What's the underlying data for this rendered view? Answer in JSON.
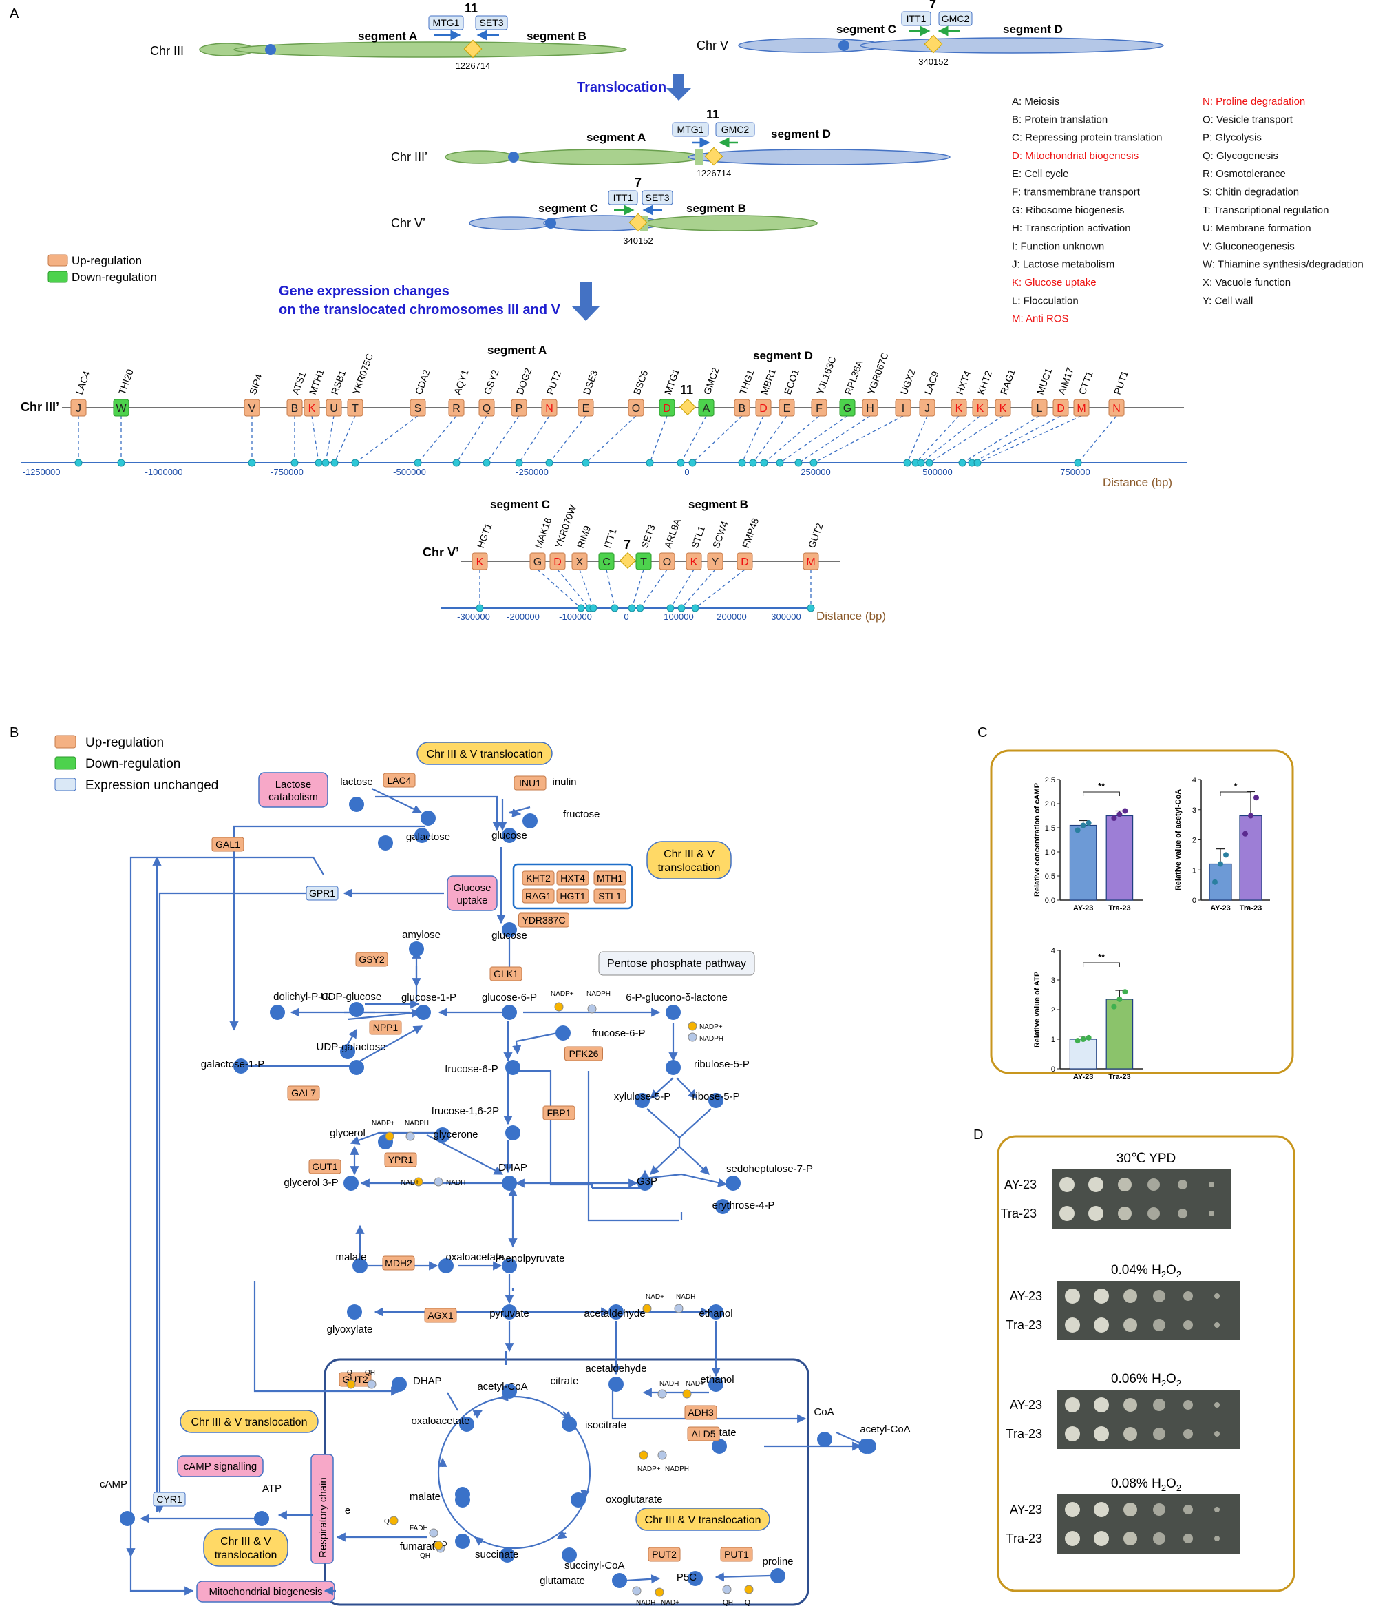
{
  "panels": {
    "a": "A",
    "b": "B",
    "c": "C",
    "d": "D"
  },
  "panelA": {
    "chr3": "Chr III",
    "chr5": "Chr V",
    "chr3p": "Chr III’",
    "chr5p": "Chr V’",
    "segA": "segment A",
    "segB": "segment B",
    "segC": "segment C",
    "segD": "segment D",
    "num11": "11",
    "num7": "7",
    "pos3": "1226714",
    "pos5": "340152",
    "mtg1": "MTG1",
    "set3": "SET3",
    "itt1": "ITT1",
    "gmc2": "GMC2",
    "translocation": "Translocation",
    "expr1": "Gene expression changes",
    "expr2": "on the translocated chromosomes III and V",
    "legend": {
      "up": "Up-regulation",
      "down": "Down-regulation",
      "up_color": "#f4b183",
      "down_color": "#4dd24d"
    },
    "distance": "Distance (bp)",
    "axis3_ticks": [
      "-1250000",
      "-1000000",
      "-750000",
      "-500000",
      "-250000",
      "0",
      "250000",
      "500000",
      "750000"
    ],
    "axis5_ticks": [
      "-300000",
      "-200000",
      "-100000",
      "0",
      "100000",
      "200000",
      "300000"
    ],
    "categories_left": [
      {
        "t": "A: Meiosis",
        "red": false
      },
      {
        "t": "B: Protein translation",
        "red": false
      },
      {
        "t": "C: Repressing protein translation",
        "red": false
      },
      {
        "t": "D: Mitochondrial biogenesis",
        "red": true
      },
      {
        "t": "E: Cell cycle",
        "red": false
      },
      {
        "t": "F: transmembrane transport",
        "red": false
      },
      {
        "t": "G: Ribosome biogenesis",
        "red": false
      },
      {
        "t": "H: Transcription activation",
        "red": false
      },
      {
        "t": "I: Function unknown",
        "red": false
      },
      {
        "t": "J: Lactose metabolism",
        "red": false
      },
      {
        "t": "K: Glucose uptake",
        "red": true
      },
      {
        "t": "L: Flocculation",
        "red": false
      },
      {
        "t": "M: Anti ROS",
        "red": true
      }
    ],
    "categories_right": [
      {
        "t": "N: Proline degradation",
        "red": true
      },
      {
        "t": "O: Vesicle transport",
        "red": false
      },
      {
        "t": "P: Glycolysis",
        "red": false
      },
      {
        "t": "Q: Glycogenesis",
        "red": false
      },
      {
        "t": "R: Osmotolerance",
        "red": false
      },
      {
        "t": "S: Chitin degradation",
        "red": false
      },
      {
        "t": "T: Transcriptional regulation",
        "red": false
      },
      {
        "t": "U: Membrane formation",
        "red": false
      },
      {
        "t": "V: Gluconeogenesis",
        "red": false
      },
      {
        "t": "W: Thiamine synthesis/degradation",
        "red": false
      },
      {
        "t": "X: Vacuole function",
        "red": false
      },
      {
        "t": "Y: Cell wall",
        "red": false
      }
    ],
    "genes3": [
      {
        "g": "LAC4",
        "c": "J",
        "up": true,
        "red": false
      },
      {
        "g": "THI20",
        "c": "W",
        "up": false,
        "red": false
      },
      {
        "g": "SIP4",
        "c": "V",
        "up": true,
        "red": false
      },
      {
        "g": "ATS1",
        "c": "B",
        "up": true,
        "red": false
      },
      {
        "g": "MTH1",
        "c": "K",
        "up": true,
        "red": true
      },
      {
        "g": "RSB1",
        "c": "U",
        "up": true,
        "red": false
      },
      {
        "g": "YKR075C",
        "c": "T",
        "up": true,
        "red": false
      },
      {
        "g": "CDA2",
        "c": "S",
        "up": true,
        "red": false
      },
      {
        "g": "AQY1",
        "c": "R",
        "up": true,
        "red": false
      },
      {
        "g": "GSY2",
        "c": "Q",
        "up": true,
        "red": false
      },
      {
        "g": "DOG2",
        "c": "P",
        "up": true,
        "red": false
      },
      {
        "g": "PUT2",
        "c": "N",
        "up": true,
        "red": true
      },
      {
        "g": "DSE3",
        "c": "E",
        "up": true,
        "red": false
      },
      {
        "g": "BSC6",
        "c": "O",
        "up": true,
        "red": false
      },
      {
        "g": "MTG1",
        "c": "D",
        "up": false,
        "red": true
      },
      {
        "g": "GMC2",
        "c": "A",
        "up": false,
        "red": false
      },
      {
        "g": "THG1",
        "c": "B",
        "up": true,
        "red": false
      },
      {
        "g": "MBR1",
        "c": "D",
        "up": true,
        "red": true
      },
      {
        "g": "ECO1",
        "c": "E",
        "up": true,
        "red": false
      },
      {
        "g": "YJL163C",
        "c": "F",
        "up": true,
        "red": false
      },
      {
        "g": "RPL36A",
        "c": "G",
        "up": false,
        "red": false
      },
      {
        "g": "YGR067C",
        "c": "H",
        "up": true,
        "red": false
      },
      {
        "g": "UGX2",
        "c": "I",
        "up": true,
        "red": false
      },
      {
        "g": "LAC9",
        "c": "J",
        "up": true,
        "red": false
      },
      {
        "g": "HXT4",
        "c": "K",
        "up": true,
        "red": true
      },
      {
        "g": "KHT2",
        "c": "K",
        "up": true,
        "red": true
      },
      {
        "g": "RAG1",
        "c": "K",
        "up": true,
        "red": true
      },
      {
        "g": "MUC1",
        "c": "L",
        "up": true,
        "red": false
      },
      {
        "g": "AIM17",
        "c": "D",
        "up": true,
        "red": true
      },
      {
        "g": "CTT1",
        "c": "M",
        "up": true,
        "red": true
      },
      {
        "g": "PUT1",
        "c": "N",
        "up": true,
        "red": true
      }
    ],
    "genes5": [
      {
        "g": "HGT1",
        "c": "K",
        "up": true,
        "red": true
      },
      {
        "g": "MAK16",
        "c": "G",
        "up": true,
        "red": false
      },
      {
        "g": "YKR070W",
        "c": "D",
        "up": true,
        "red": true
      },
      {
        "g": "RIM9",
        "c": "X",
        "up": true,
        "red": false
      },
      {
        "g": "ITT1",
        "c": "C",
        "up": false,
        "red": false
      },
      {
        "g": "SET3",
        "c": "T",
        "up": false,
        "red": false
      },
      {
        "g": "ARL8A",
        "c": "O",
        "up": true,
        "red": false
      },
      {
        "g": "STL1",
        "c": "K",
        "up": true,
        "red": true
      },
      {
        "g": "SCW4",
        "c": "Y",
        "up": true,
        "red": false
      },
      {
        "g": "FMP48",
        "c": "D",
        "up": true,
        "red": true
      },
      {
        "g": "GUT2",
        "c": "M",
        "up": true,
        "red": true
      }
    ]
  },
  "panelB": {
    "legend": {
      "up": "Up-regulation",
      "down": "Down-regulation",
      "unch": "Expression unchanged",
      "unch_color": "#dae8f6"
    },
    "callout": "Chr III & V translocation",
    "callout_l1": "Chr III & V",
    "callout_l2": "translocation",
    "lactose_cat_l1": "Lactose",
    "lactose_cat_l2": "catabolism",
    "glucose_up_l1": "Glucose",
    "glucose_up_l2": "uptake",
    "camp_sig": "cAMP signalling",
    "mito_bio": "Mitochondrial biogenesis",
    "resp_chain": "Respiratory chain",
    "ppp": "Pentose phosphate pathway",
    "m": {
      "lactose": "lactose",
      "inulin": "inulin",
      "fructose": "fructose",
      "galactose": "galactose",
      "glucose": "glucose",
      "amylose": "amylose",
      "dolichyl": "dolichyl-P-G",
      "udpglc": "UDP-glucose",
      "glc1p": "glucose-1-P",
      "glc6p": "glucose-6-P",
      "pgl": "6-P-glucono-δ-lactone",
      "udpgal": "UDP-galactose",
      "galactose1p": "galactose-1-P",
      "frucose6p_top": "frucose-6-P",
      "frucose6p": "frucose-6-P",
      "ribulose": "ribulose-5-P",
      "xylulose": "xylulose-5-P",
      "ribose": "ribose-5-P",
      "fbp": "frucose-1,6-2P",
      "glycerol": "glycerol",
      "glycerone": "glycerone",
      "glycerol3p": "glycerol 3-P",
      "dhap": "DHAP",
      "g3p": "G3P",
      "sedo": "sedoheptulose-7-P",
      "eryth": "erythrose-4-P",
      "malate": "malate",
      "oaa": "oxaloacetate",
      "pep": "P-enolpyruvate",
      "glyox": "glyoxylate",
      "pyruvate": "pyruvate",
      "acetald": "acetaldehyde",
      "ethanol": "ethanol",
      "dhap2": "DHAP",
      "acetylcoa": "acetyl-CoA",
      "citrate": "citrate",
      "oaa2": "oxaloacetate",
      "isocitrate": "isocitrate",
      "malate2": "malate",
      "fumarate": "fumarate",
      "oxoglut": "oxoglutarate",
      "succinate": "succinate",
      "succcoa": "succinyl-CoA",
      "acetald2": "acetaldehyde",
      "ethanol2": "ethanol",
      "acetate": "acetate",
      "coa": "CoA",
      "acetylcoa2": "acetyl-CoA",
      "p5c": "P5C",
      "proline": "proline",
      "glutamate": "glutamate",
      "camp": "cAMP",
      "atp": "ATP",
      "e": "e"
    },
    "g": {
      "lac4": "LAC4",
      "inu1": "INU1",
      "gal1": "GAL1",
      "gpr1": "GPR1",
      "kht2": "KHT2",
      "hxt4": "HXT4",
      "mth1": "MTH1",
      "rag1": "RAG1",
      "hgt1": "HGT1",
      "stl1": "STL1",
      "ydr387c": "YDR387C",
      "gsy2": "GSY2",
      "glk1": "GLK1",
      "npp1": "NPP1",
      "gal7": "GAL7",
      "pfk26": "PFK26",
      "fbp1": "FBP1",
      "ypr1": "YPR1",
      "gut1": "GUT1",
      "mdh2": "MDH2",
      "agx1": "AGX1",
      "gut2": "GUT2",
      "adh3": "ADH3",
      "ald5": "ALD5",
      "put2": "PUT2",
      "put1": "PUT1",
      "cyr1": "CYR1"
    },
    "cof": {
      "nadp": "NADP+",
      "nadph": "NADPH",
      "nad": "NAD+",
      "nadh": "NADH",
      "q": "Q",
      "qh2": "QH",
      "fadh2": "FADH",
      "fad": "FAD",
      "sub2": "2"
    }
  },
  "panelC": {
    "xcat": [
      "AY-23",
      "Tra-23"
    ],
    "sig1": "**",
    "sig2": "*",
    "sig3": "**",
    "chart_data": [
      {
        "type": "bar",
        "categories": [
          "AY-23",
          "Tra-23"
        ],
        "values": [
          1.55,
          1.75
        ],
        "ylabel": "Relative concentration of cAMP",
        "ylim": [
          0,
          2.5
        ],
        "yticks": [
          "0.0",
          "0.5",
          "1.0",
          "1.5",
          "2.0",
          "2.5"
        ],
        "points": [
          [
            1.45,
            1.55,
            1.6
          ],
          [
            1.7,
            1.78,
            1.85
          ]
        ],
        "errors": [
          0.1,
          0.1
        ],
        "colors": [
          "#6d9ad6",
          "#9d7ed6"
        ]
      },
      {
        "type": "bar",
        "categories": [
          "AY-23",
          "Tra-23"
        ],
        "values": [
          1.2,
          2.8
        ],
        "ylabel": "Relative value of acetyl-CoA",
        "ylim": [
          0,
          4
        ],
        "yticks": [
          "0",
          "1",
          "2",
          "3",
          "4"
        ],
        "points": [
          [
            0.6,
            1.2,
            1.5
          ],
          [
            2.2,
            2.8,
            3.4
          ]
        ],
        "errors": [
          0.5,
          0.8
        ],
        "colors": [
          "#6d9ad6",
          "#9d7ed6"
        ]
      },
      {
        "type": "bar",
        "categories": [
          "AY-23",
          "Tra-23"
        ],
        "values": [
          1.0,
          2.35
        ],
        "ylabel": "Relative value of ATP",
        "ylim": [
          0,
          4
        ],
        "yticks": [
          "0",
          "1",
          "2",
          "3",
          "4"
        ],
        "points": [
          [
            0.95,
            1.0,
            1.05
          ],
          [
            2.1,
            2.35,
            2.6
          ]
        ],
        "errors": [
          0.1,
          0.3
        ],
        "colors": [
          "#ddeaf7",
          "#8bc36b"
        ]
      }
    ]
  },
  "panelD": {
    "titles": [
      "30℃ YPD",
      "0.04% H",
      "0.06% H",
      "0.08% H"
    ],
    "h2o2": "O",
    "sub": "2",
    "strains": [
      "AY-23",
      "Tra-23"
    ]
  }
}
